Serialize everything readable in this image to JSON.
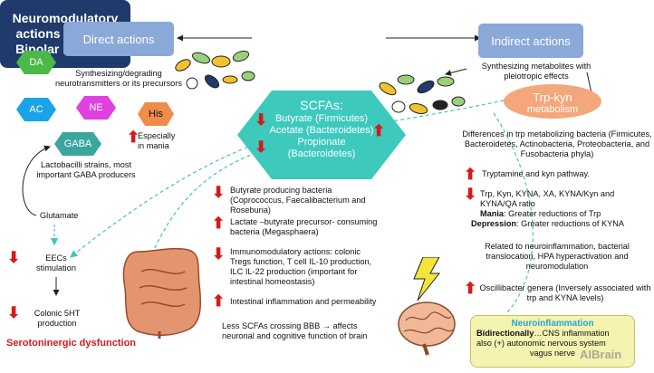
{
  "title": "Neuromodulatory actions of GM in Bipolar Disorder",
  "direct_actions": "Direct actions",
  "indirect_actions": "Indirect actions",
  "hexagons": {
    "da": "DA",
    "ac": "AC",
    "ne": "NE",
    "his": "His",
    "gaba": "GABA"
  },
  "scfa": {
    "title": "SCFAs:",
    "butyrate": "Butyrate (Firmicutes)",
    "acetate": "Acetate (Bacteroidetes)",
    "propionate": "Propionate",
    "propionate2": "(Bacteroidetes)"
  },
  "trp_kyn": {
    "line1": "Trp-kyn",
    "line2": "metabolism"
  },
  "left": {
    "synthesizing": "Synthesizing/degrading neurotransmitters or its precursors",
    "especially": "Especially in mania",
    "lactobacilli": "Lactobacilli strains, most important GABA producers",
    "glutamate": "Glutamate",
    "eecs": "EECs stimulation",
    "colonic5ht": "Colonic 5HT production",
    "serotoninergic": "Serotoninergic dysfunction"
  },
  "middle": {
    "butyrate_producing": "Butyrate producing bacteria (Coprococcus, Faecalibacterium and Roseburia)",
    "lactate": "Lactate –butyrate precursor- consuming bacteria (Megasphaera)",
    "immuno": "Immunomodulatory actions: colonic Tregs function, T cell IL-10 production, ILC IL-22 production (important for intestinal homeostasis)",
    "intestinal": "Intestinal inflammation and permeability",
    "less_scfas": "Less SCFAs crossing BBB → affects neuronal and cognitive function of brain"
  },
  "right": {
    "synth_metabolites": "Synthesizing metabolites with pleiotropic effects",
    "differences": "Differences in trp metabolizing bacteria (Firmicutes, Bacteroidetes, Actinobacteria, Proteobacteria, and Fusobacteria phyla)",
    "tryptamine": "Tryptamine and  kyn pathway.",
    "trp_kyn_list": "Trp, Kyn, KYNA, XA, KYNA/Kyn and KYNA/QA ratio",
    "mania_label": "Mania",
    "mania_text": ": Greater reductions of Trp",
    "depression_label": "Depression",
    "depression_text": ": Greater reductions of KYNA",
    "related": "Related to neuroinflammation, bacterial translocation, HPA hyperactivation and neuromodulation",
    "oscillibacter": "Oscillibacter genera (Inversely associated with trp and KYNA levels)"
  },
  "neuroinflammation": {
    "title": "Neuroinflammation",
    "bold": "Bidirectionally",
    "line1": "…CNS inflammation",
    "line2": "also (+) autonomic nervous system",
    "line3": "vagus nerve",
    "watermark": "AIBrain"
  },
  "colors": {
    "title_bg": "#1f3a6b",
    "category_bg": "#8aa9d8",
    "green_hex": "#4cb848",
    "blue_hex": "#1aa3e8",
    "magenta_hex": "#e040e0",
    "orange_hex": "#f08c4a",
    "teal_hex": "#3aa79e",
    "scfa_fill": "#3ec9bd",
    "trp_fill": "#f4a77a",
    "arrow_red": "#d51a1a",
    "dashed": "#47c3bb"
  }
}
